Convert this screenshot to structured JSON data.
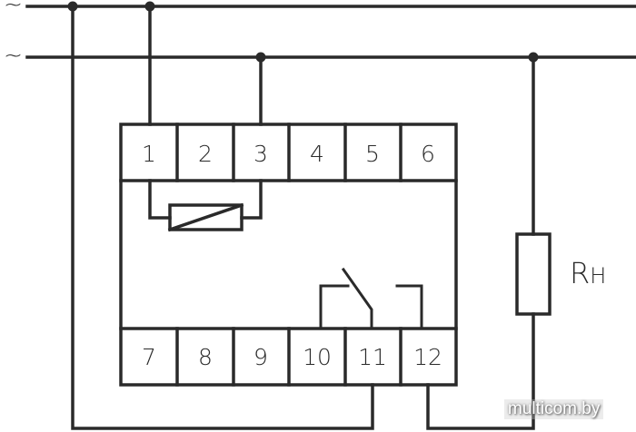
{
  "supply": {
    "phase_symbol_1": "~",
    "phase_symbol_2": "~"
  },
  "terminals_top": [
    "1",
    "2",
    "3",
    "4",
    "5",
    "6"
  ],
  "terminals_bottom": [
    "7",
    "8",
    "9",
    "10",
    "11",
    "12"
  ],
  "load_label": {
    "main": "R",
    "sub": "H"
  },
  "watermark": "multicom.by",
  "colors": {
    "line": "#2a2a2a",
    "background": "#ffffff"
  }
}
